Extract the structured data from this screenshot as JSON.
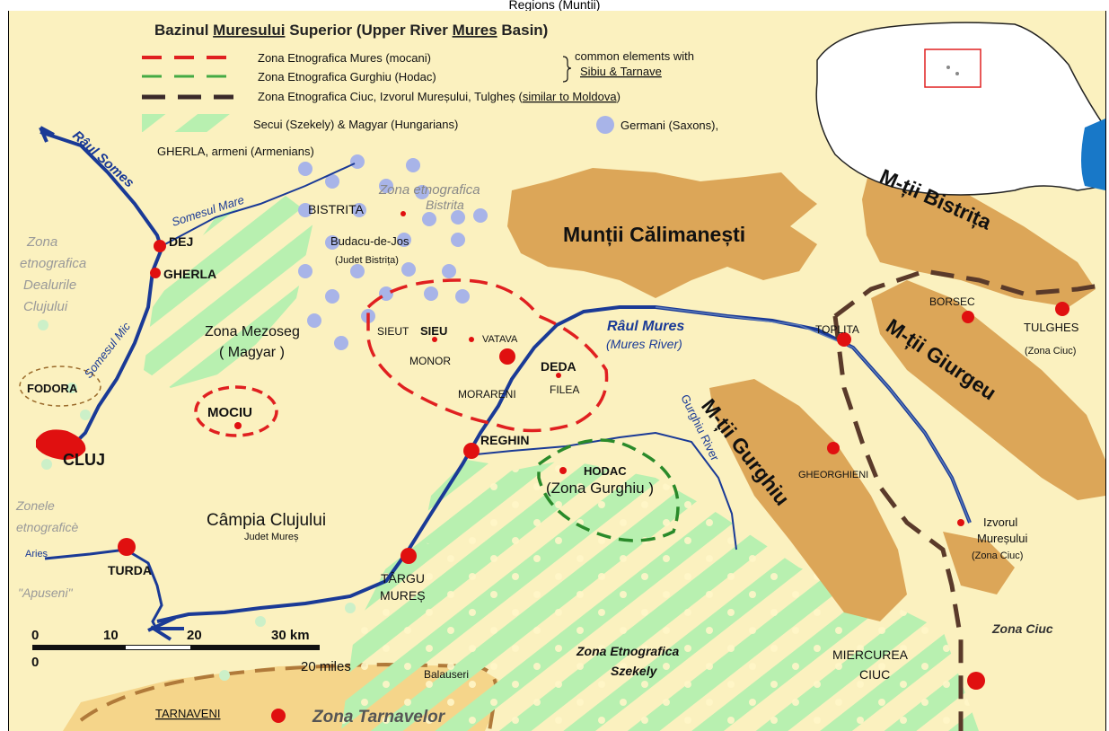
{
  "page": {
    "top_caption": "Regions (Muntii)"
  },
  "map": {
    "title_prefix": "Bazinul ",
    "title_underlined_1": "Muresului",
    "title_middle": " Superior (Upper River ",
    "title_underlined_2": "Mures",
    "title_suffix": " Basin)"
  },
  "legend": {
    "mures": "Zona Etnografica Mures (mocani)",
    "gurghiu": "Zona Etnografica Gurghiu (Hodac)",
    "common_1": "common elements with",
    "common_2": "Sibiu & Tarnave",
    "ciuc_prefix": "Zona Etnografica Ciuc, Izvorul Mureșului, Tulgheș (",
    "ciuc_underlined": "similar to Moldova",
    "ciuc_suffix": ")",
    "secui": "Secui (Szekely) & Magyar (Hungarians)",
    "germani": "Germani (Saxons),",
    "gherla": "GHERLA, armeni (Armenians)"
  },
  "colors": {
    "background": "#fbf1bf",
    "mountains": "#dca658",
    "river": "#1a3a96",
    "mures_zone": "#e02020",
    "gurghiu_zone": "#2a8a2a",
    "ciuc_zone": "#5a3a2a",
    "szekely_stripes": "#b8f0b0",
    "saxon_dots": "#a8b4e8",
    "cities": "#e01010",
    "tarnave_zone": "#f5d58a",
    "romania_inset": "#ffffff",
    "black_sea": "#1878c8"
  },
  "mountains": {
    "calimanesti": "Munții Călimanești",
    "bistrita": "M-ții Bistrița",
    "giurgeu": "M-ții Giurgeu",
    "gurghiu": "M-ții Gurghiu"
  },
  "rivers": {
    "somes": "Râul Somes",
    "somesul_mare": "Somesul Mare",
    "somesul_mic": "Somesul Mic",
    "mures": "Râul Mures",
    "mures_en": "(Mures River)",
    "gurghiu": "Gurghiu River",
    "aries": "Aries"
  },
  "zones": {
    "bistrita_1": "Zona etnografica",
    "bistrita_2": "Bistrita",
    "dealurile_1": "Zona",
    "dealurile_2": "etnografica",
    "dealurile_3": "Dealurile",
    "dealurile_4": "Clujului",
    "mezoseg_1": "Zona Mezoseg",
    "mezoseg_2": "( Magyar )",
    "gurghiu": "(Zona Gurghiu )",
    "apuseni_1": "Zonele",
    "apuseni_2": "etnograficè",
    "apuseni_3": "\"Apuseni\"",
    "campia_1": "Câmpia Clujului",
    "campia_2": "Judet Mureș",
    "szekely_1": "Zona Etnografica",
    "szekely_2": "Szekely",
    "tarnavelor": "Zona Tarnavelor",
    "ciuc": "Zona Ciuc"
  },
  "places": {
    "bistrita": "BISTRITA",
    "budacu_1": "Budacu-de-Jos",
    "budacu_2": "(Judet Bistrița)",
    "dej": "DEJ",
    "gherla": "GHERLA",
    "cluj": "CLUJ",
    "fodora": "FODORA",
    "mociu": "MOCIU",
    "sieut": "SIEUT",
    "sieu": "SIEU",
    "vatava": "VATAVA",
    "monor": "MONOR",
    "deda": "DEDA",
    "filea": "FILEA",
    "morareni": "MORARENI",
    "reghin": "REGHIN",
    "hodac": "HODAC",
    "toplita": "TOPLITA",
    "borsec": "BORSEC",
    "tulghes": "TULGHES",
    "tulghes_zone": "(Zona Ciuc)",
    "gheorghieni": "GHEORGHIENI",
    "izvorul_1": "Izvorul",
    "izvorul_2": "Mureșului",
    "izvorul_3": "(Zona Ciuc)",
    "turda": "TURDA",
    "targu_1": "TÂRGU",
    "targu_2": "MUREȘ",
    "balauseri": "Balauseri",
    "tarnaveni": "TARNAVENI",
    "miercurea_1": "MIERCUREA",
    "miercurea_2": "CIUC"
  },
  "scale": {
    "km_0": "0",
    "km_10": "10",
    "km_20": "20",
    "km_30": "30 km",
    "mi_0": "0",
    "mi_20": "20 miles"
  }
}
